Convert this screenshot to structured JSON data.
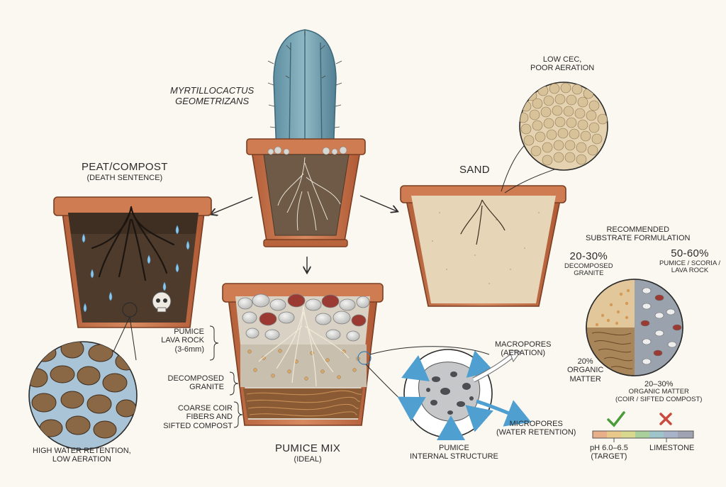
{
  "cactus": {
    "name_line1": "MYRTILLOCACTUS",
    "name_line2": "GEOMETRIZANS"
  },
  "peat": {
    "title": "PEAT/COMPOST",
    "subtitle": "(DEATH SENTENCE)",
    "zoom_line1": "HIGH WATER RETENTION,",
    "zoom_line2": "LOW AERATION"
  },
  "sand": {
    "title": "SAND",
    "zoom_line1": "LOW CEC,",
    "zoom_line2": "POOR AERATION"
  },
  "pumice_mix": {
    "title": "PUMICE MIX",
    "subtitle": "(IDEAL)",
    "layers": [
      {
        "lines": [
          "PUMICE",
          "LAVA ROCK",
          "(3-6mm)"
        ]
      },
      {
        "lines": [
          "DECOMPOSED",
          "GRANITE"
        ]
      },
      {
        "lines": [
          "COARSE COIR",
          "FIBERS AND",
          "SIFTED COMPOST"
        ]
      }
    ]
  },
  "pumice_structure": {
    "title_line1": "PUMICE",
    "title_line2": "INTERNAL STRUCTURE",
    "macropores": "MACROPORES",
    "macropores_note": "(AERATION)",
    "micropores": "MICROPORES",
    "micropores_note": "(WATER RETENTION)"
  },
  "formulation": {
    "title_line1": "RECOMMENDED",
    "title_line2": "SUBSTRATE FORMULATION",
    "slices": [
      {
        "percent": "50-60%",
        "line1": "PUMICE / SCORIA /",
        "line2": "LAVA ROCK",
        "color": "#9aa3ad"
      },
      {
        "percent": "20–30%",
        "line1": "ORGANIC MATTER",
        "line2": "(COIR / SIFTED COMPOST)",
        "color": "#a9855a"
      },
      {
        "percent": "20%",
        "line1": "ORGANIC",
        "line2": "MATTER",
        "color": "#8a6a3e"
      },
      {
        "percent": "20-30%",
        "line1": "DECOMPOSED",
        "line2": "GRANITE",
        "color": "#e2c79a"
      }
    ],
    "ph_scale": {
      "target_label": "pH 6.0–6.5",
      "target_note": "(TARGET)",
      "bad_label": "LIMESTONE",
      "colors": [
        "#e8b089",
        "#e8c98a",
        "#d8d88f",
        "#a9cf9a",
        "#9cc4c9",
        "#a8b3c9",
        "#9fa3b2"
      ]
    }
  }
}
